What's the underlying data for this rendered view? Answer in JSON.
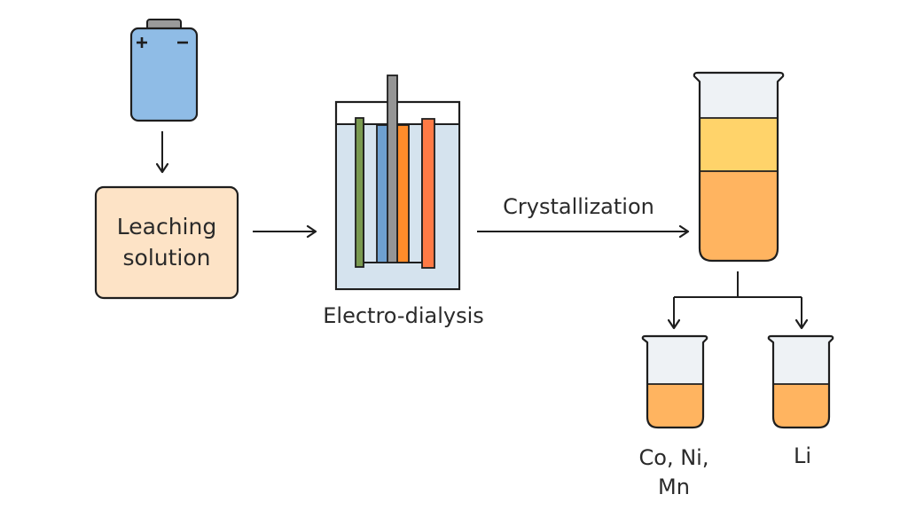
{
  "diagram": {
    "title": "Battery recycling process: leaching, electro-dialysis and crystallization",
    "steps": [
      {
        "id": "battery",
        "icon": "battery-icon",
        "positive_symbol": "+",
        "negative_symbol": "−"
      },
      {
        "id": "leaching",
        "label": "Leaching solution"
      },
      {
        "id": "electrodialysis",
        "label": "Electro-dialysis"
      },
      {
        "id": "crystallization",
        "label": "Crystallization"
      },
      {
        "id": "output_tm",
        "label": "Co, Ni, Mn"
      },
      {
        "id": "output_li",
        "label": "Li"
      }
    ],
    "labels": {
      "leaching": "Leaching solution",
      "electrodialysis": "Electro-dialysis",
      "crystallization": "Crystallization",
      "output_tm_line1": "Co, Ni,",
      "output_tm_line2": "Mn",
      "output_li": "Li",
      "battery_plus": "+",
      "battery_minus": "−"
    },
    "colors": {
      "stroke": "#1e1e1e",
      "battery_body": "#8fbce6",
      "battery_cap": "#9a9a9a",
      "leaching_box": "#fde3c6",
      "electrolyte": "#d5e3ee",
      "membrane_green": "#7a9a50",
      "membrane_blue": "#6ea0d0",
      "electrode_gray": "#959595",
      "membrane_orange": "#ff8c2a",
      "membrane_red_orange": "#ff7a45",
      "glass_empty": "#eef2f5",
      "layer_yellow": "#ffd36a",
      "layer_orange": "#ffb460"
    },
    "connections": [
      {
        "from": "battery",
        "to": "leaching"
      },
      {
        "from": "leaching",
        "to": "electrodialysis"
      },
      {
        "from": "electrodialysis",
        "to": "crystallization",
        "label": "Crystallization"
      },
      {
        "from": "crystallization",
        "to": "output_tm"
      },
      {
        "from": "crystallization",
        "to": "output_li"
      }
    ]
  }
}
